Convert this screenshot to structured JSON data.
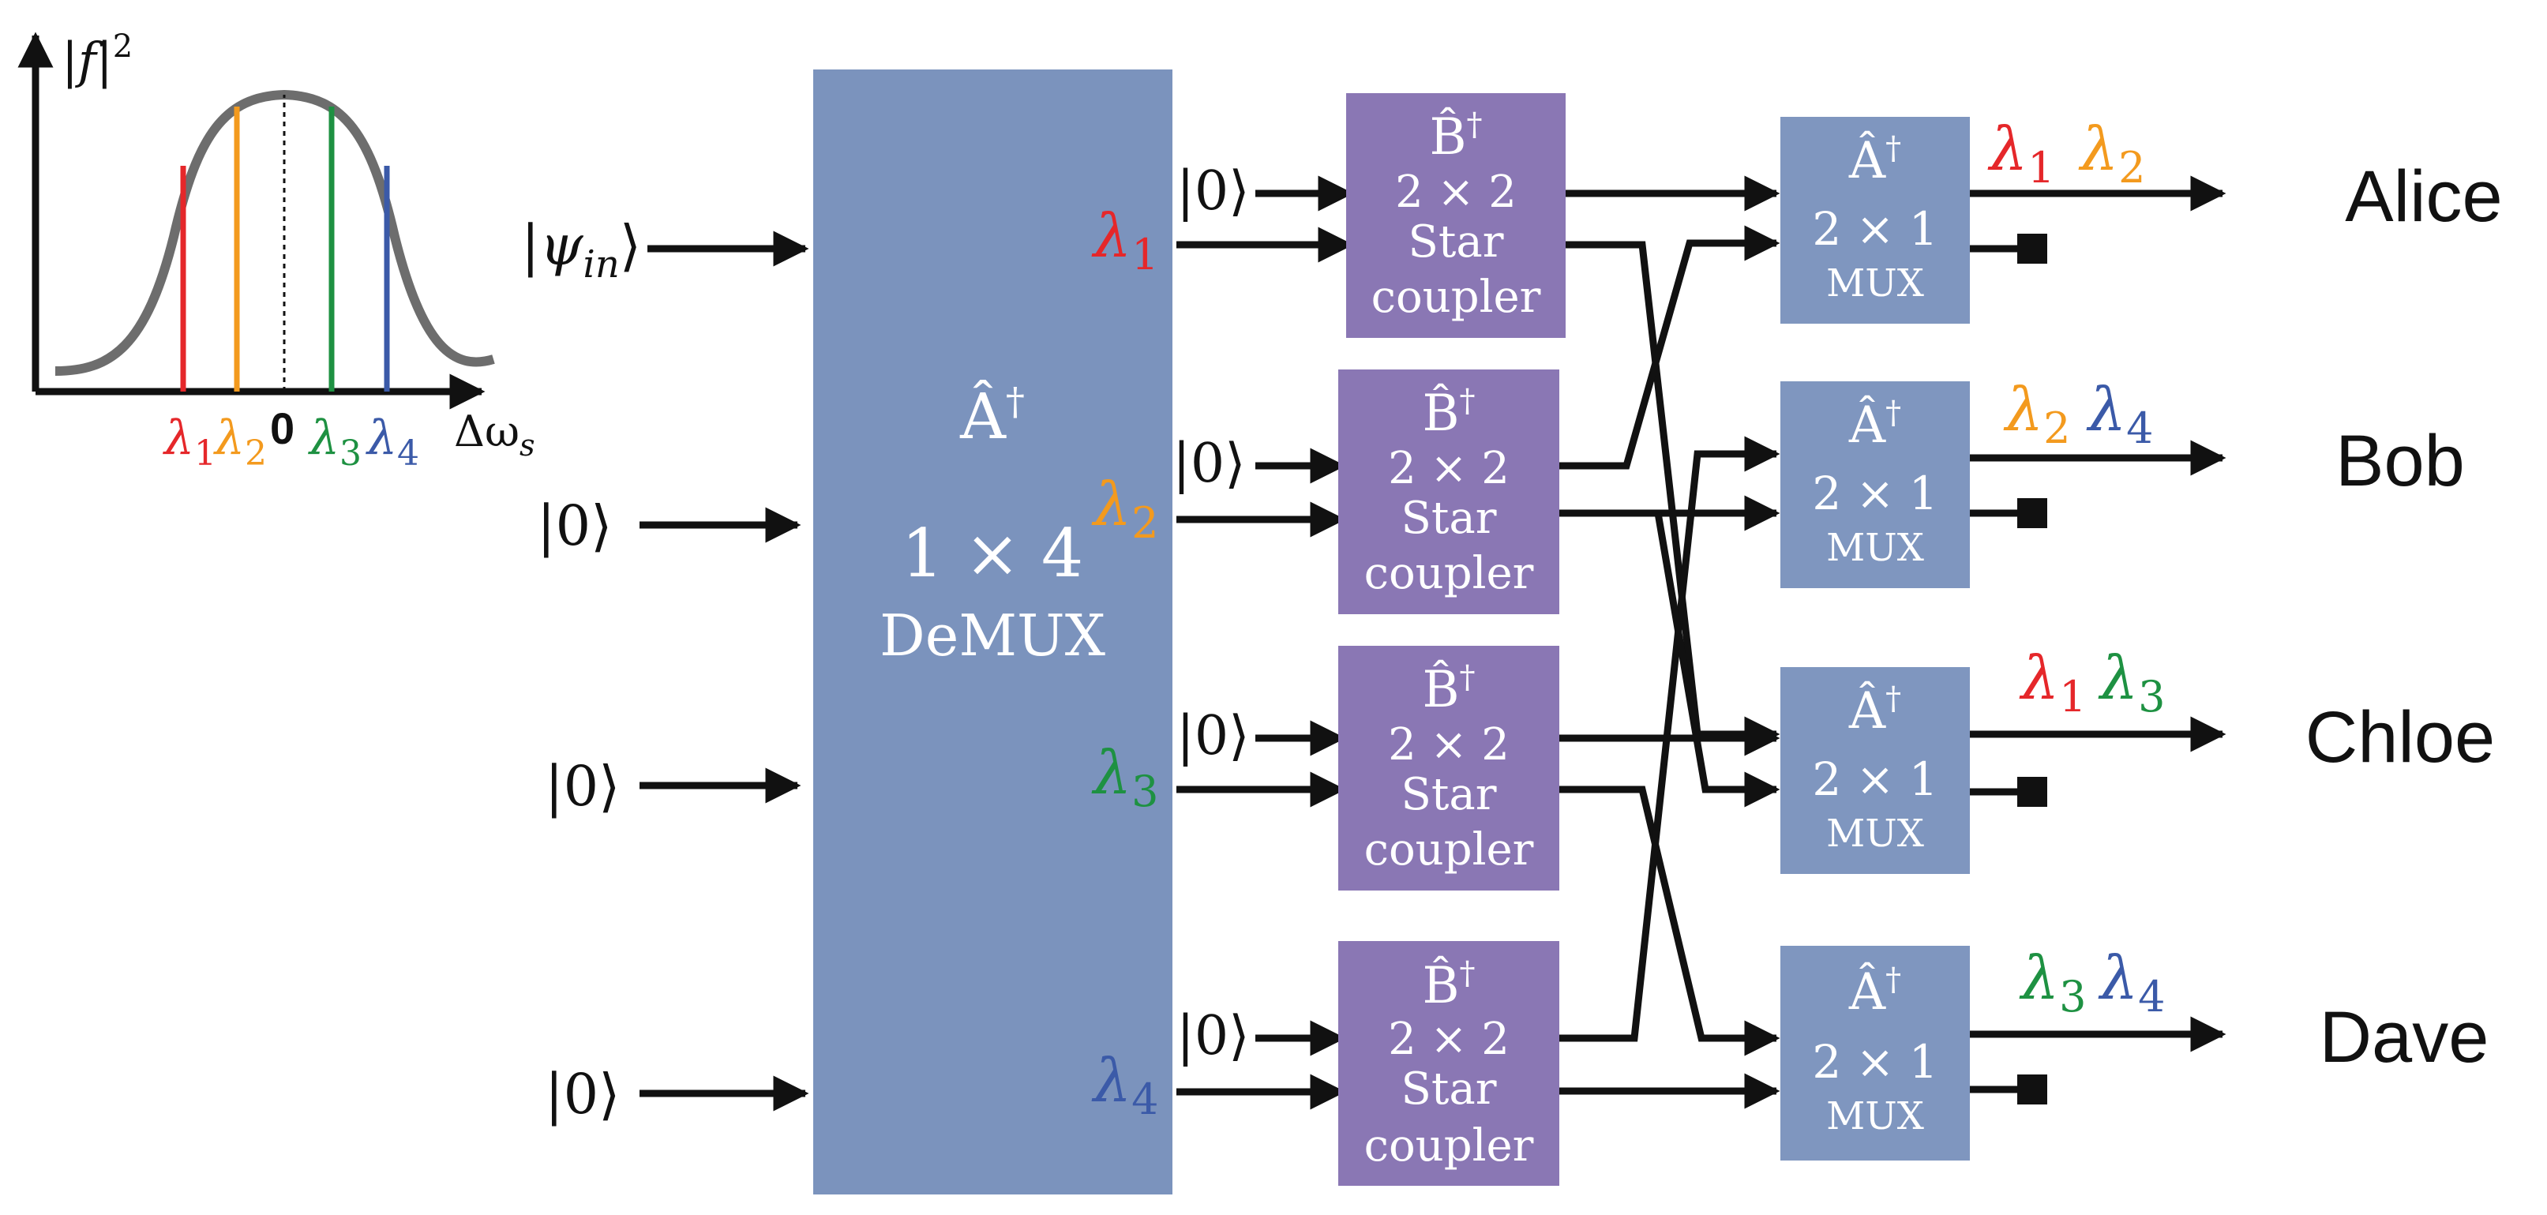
{
  "colors": {
    "lambda1": "#e5272a",
    "lambda2": "#f39a1e",
    "lambda3": "#1e9142",
    "lambda4": "#3b5aa8",
    "demux_box": "#7b93bd",
    "coupler_box": "#8a77b4",
    "mux_box": "#7f96bf",
    "wire": "#111111"
  },
  "spectrum": {
    "ylabel_f": "f",
    "ylabel_sq": "2",
    "xlabel_delta": "Δω",
    "xlabel_sub": "s",
    "zero_label": "0",
    "lambda_symbol": "λ",
    "lines": [
      {
        "sub": "1",
        "color_key": "lambda1"
      },
      {
        "sub": "2",
        "color_key": "lambda2"
      },
      {
        "sub": "3",
        "color_key": "lambda3"
      },
      {
        "sub": "4",
        "color_key": "lambda4"
      }
    ]
  },
  "inputs": {
    "psi_symbol": "ψ",
    "psi_sub": "in",
    "zero_state": "|0⟩"
  },
  "demux": {
    "operator": "Â",
    "dagger": "†",
    "size": "1 × 4",
    "name": "DeMUX"
  },
  "demux_outputs": [
    {
      "symbol": "λ",
      "sub": "1",
      "color_key": "lambda1"
    },
    {
      "symbol": "λ",
      "sub": "2",
      "color_key": "lambda2"
    },
    {
      "symbol": "λ",
      "sub": "3",
      "color_key": "lambda3"
    },
    {
      "symbol": "λ",
      "sub": "4",
      "color_key": "lambda4"
    }
  ],
  "coupler": {
    "operator": "B̂",
    "dagger": "†",
    "size": "2 × 2",
    "line1": "Star",
    "line2": "coupler",
    "vacuum": "|0⟩"
  },
  "mux": {
    "operator": "Â",
    "dagger": "†",
    "size": "2 × 1",
    "name": "MUX"
  },
  "users": [
    {
      "name": "Alice",
      "labels": [
        {
          "sub": "1",
          "color_key": "lambda1"
        },
        {
          "sub": "2",
          "color_key": "lambda2"
        }
      ]
    },
    {
      "name": "Bob",
      "labels": [
        {
          "sub": "2",
          "color_key": "lambda2"
        },
        {
          "sub": "4",
          "color_key": "lambda4"
        }
      ]
    },
    {
      "name": "Chloe",
      "labels": [
        {
          "sub": "1",
          "color_key": "lambda1"
        },
        {
          "sub": "3",
          "color_key": "lambda3"
        }
      ]
    },
    {
      "name": "Dave",
      "labels": [
        {
          "sub": "3",
          "color_key": "lambda3"
        },
        {
          "sub": "4",
          "color_key": "lambda4"
        }
      ]
    }
  ]
}
